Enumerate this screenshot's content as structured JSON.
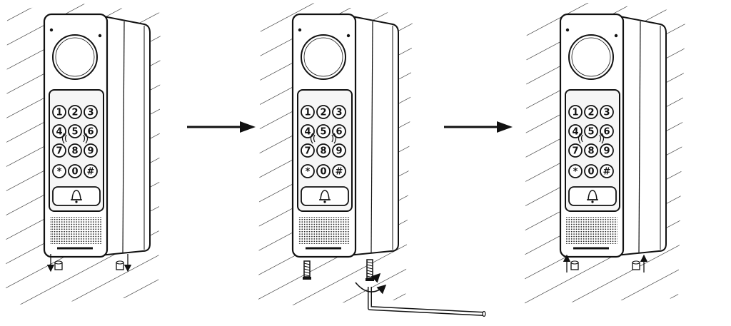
{
  "figure": {
    "style": "monochrome line-art installation diagram",
    "colors": {
      "ink": "#111111",
      "paper": "#ffffff",
      "keypad": "#f6f6f6"
    }
  },
  "steps": [
    {
      "step": 1,
      "accessory": "caps-icon",
      "action": "remove-caps",
      "arrows": "down"
    },
    {
      "step": 2,
      "accessory": "screws-icon",
      "action": "tighten-screws",
      "tool": "hex-key-icon",
      "arrows": "rotate"
    },
    {
      "step": 3,
      "accessory": "caps-icon",
      "action": "insert-caps",
      "arrows": "up"
    }
  ],
  "device": {
    "keys": [
      "1",
      "2",
      "3",
      "4",
      "5",
      "6",
      "7",
      "8",
      "9",
      "*",
      "0",
      "#"
    ],
    "icons": [
      "camera-lens-icon",
      "bell-icon",
      "rfid-icon",
      "speaker-grille-icon"
    ]
  },
  "transitions": [
    "arrow-right-icon",
    "arrow-right-icon"
  ]
}
